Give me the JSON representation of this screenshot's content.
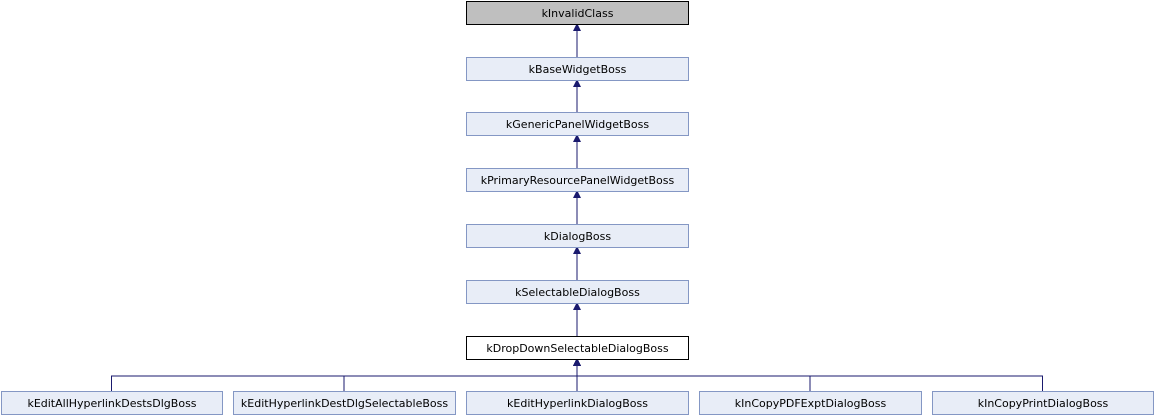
{
  "diagram": {
    "nodes": [
      {
        "id": "kInvalidClass",
        "label": "kInvalidClass",
        "style": "root"
      },
      {
        "id": "kBaseWidgetBoss",
        "label": "kBaseWidgetBoss",
        "style": "link"
      },
      {
        "id": "kGenericPanelWidgetBoss",
        "label": "kGenericPanelWidgetBoss",
        "style": "link"
      },
      {
        "id": "kPrimaryResourcePanelWidgetBoss",
        "label": "kPrimaryResourcePanelWidgetBoss",
        "style": "link"
      },
      {
        "id": "kDialogBoss",
        "label": "kDialogBoss",
        "style": "link"
      },
      {
        "id": "kSelectableDialogBoss",
        "label": "kSelectableDialogBoss",
        "style": "link"
      },
      {
        "id": "kDropDownSelectableDialogBoss",
        "label": "kDropDownSelectableDialogBoss",
        "style": "current"
      },
      {
        "id": "kEditAllHyperlinkDestsDlgBoss",
        "label": "kEditAllHyperlinkDestsDlgBoss",
        "style": "link"
      },
      {
        "id": "kEditHyperlinkDestDlgSelectableBoss",
        "label": "kEditHyperlinkDestDlgSelectableBoss",
        "style": "link"
      },
      {
        "id": "kEditHyperlinkDialogBoss",
        "label": "kEditHyperlinkDialogBoss",
        "style": "link"
      },
      {
        "id": "kInCopyPDFExptDialogBoss",
        "label": "kInCopyPDFExptDialogBoss",
        "style": "link"
      },
      {
        "id": "kInCopyPrintDialogBoss",
        "label": "kInCopyPrintDialogBoss",
        "style": "link"
      }
    ],
    "edges": [
      {
        "from": "kBaseWidgetBoss",
        "to": "kInvalidClass"
      },
      {
        "from": "kGenericPanelWidgetBoss",
        "to": "kBaseWidgetBoss"
      },
      {
        "from": "kPrimaryResourcePanelWidgetBoss",
        "to": "kGenericPanelWidgetBoss"
      },
      {
        "from": "kDialogBoss",
        "to": "kPrimaryResourcePanelWidgetBoss"
      },
      {
        "from": "kSelectableDialogBoss",
        "to": "kDialogBoss"
      },
      {
        "from": "kDropDownSelectableDialogBoss",
        "to": "kSelectableDialogBoss"
      },
      {
        "from": "kEditAllHyperlinkDestsDlgBoss",
        "to": "kDropDownSelectableDialogBoss"
      },
      {
        "from": "kEditHyperlinkDestDlgSelectableBoss",
        "to": "kDropDownSelectableDialogBoss"
      },
      {
        "from": "kEditHyperlinkDialogBoss",
        "to": "kDropDownSelectableDialogBoss"
      },
      {
        "from": "kInCopyPDFExptDialogBoss",
        "to": "kDropDownSelectableDialogBoss"
      },
      {
        "from": "kInCopyPrintDialogBoss",
        "to": "kDropDownSelectableDialogBoss"
      }
    ],
    "colors": {
      "root_fill": "#bfbfbf",
      "link_fill": "#e8edf7",
      "link_stroke": "#8497c4",
      "current_fill": "#ffffff",
      "current_stroke": "#000000",
      "edge": "#1a1a6e"
    }
  }
}
